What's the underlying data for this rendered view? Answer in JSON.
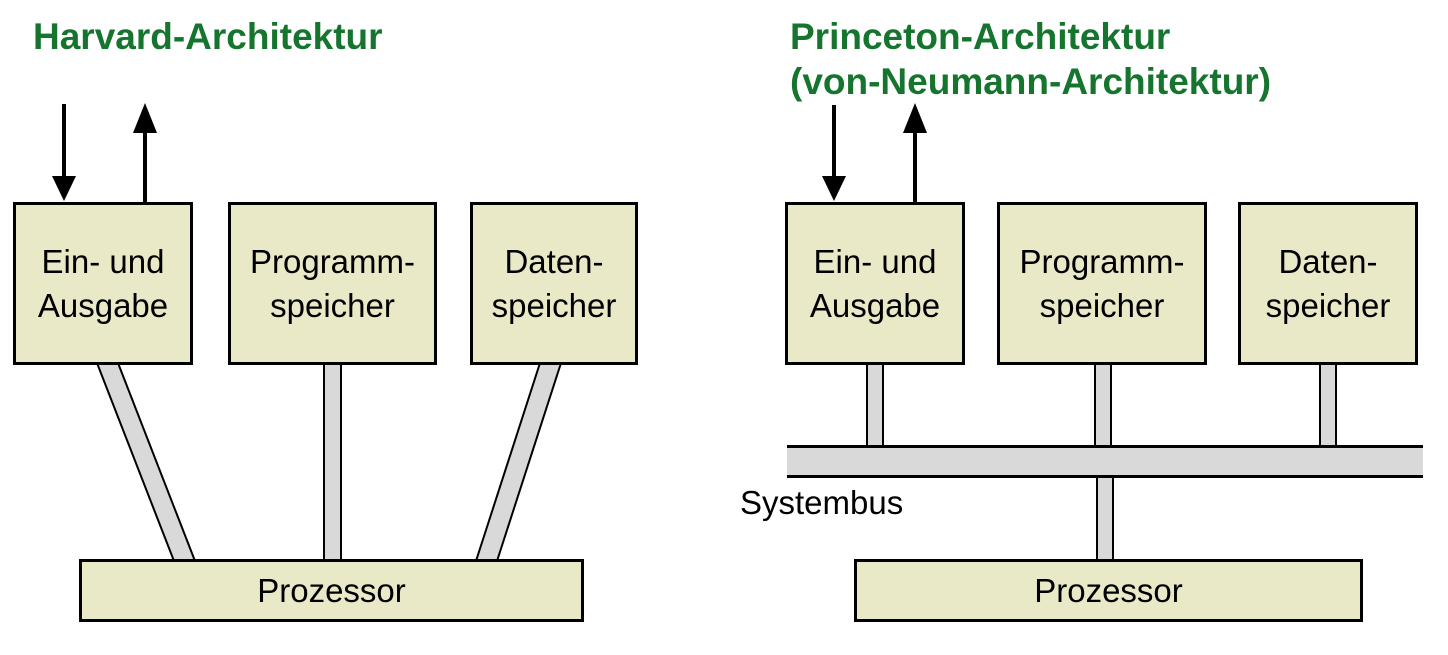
{
  "colors": {
    "title_green": "#15752e",
    "box_fill": "#e9e9c8",
    "connector_gray": "#d9d9d9",
    "outline": "#000000"
  },
  "left_diagram": {
    "title": "Harvard-Architektur",
    "boxes": [
      {
        "line1": "Ein- und",
        "line2": "Ausgabe"
      },
      {
        "line1": "Programm-",
        "line2": "speicher"
      },
      {
        "line1": "Daten-",
        "line2": "speicher"
      }
    ],
    "processor_label": "Prozessor"
  },
  "right_diagram": {
    "title_line1": "Princeton-Architektur",
    "title_line2": "(von-Neumann-Architektur)",
    "boxes": [
      {
        "line1": "Ein- und",
        "line2": "Ausgabe"
      },
      {
        "line1": "Programm-",
        "line2": "speicher"
      },
      {
        "line1": "Daten-",
        "line2": "speicher"
      }
    ],
    "bus_label": "Systembus",
    "processor_label": "Prozessor"
  }
}
